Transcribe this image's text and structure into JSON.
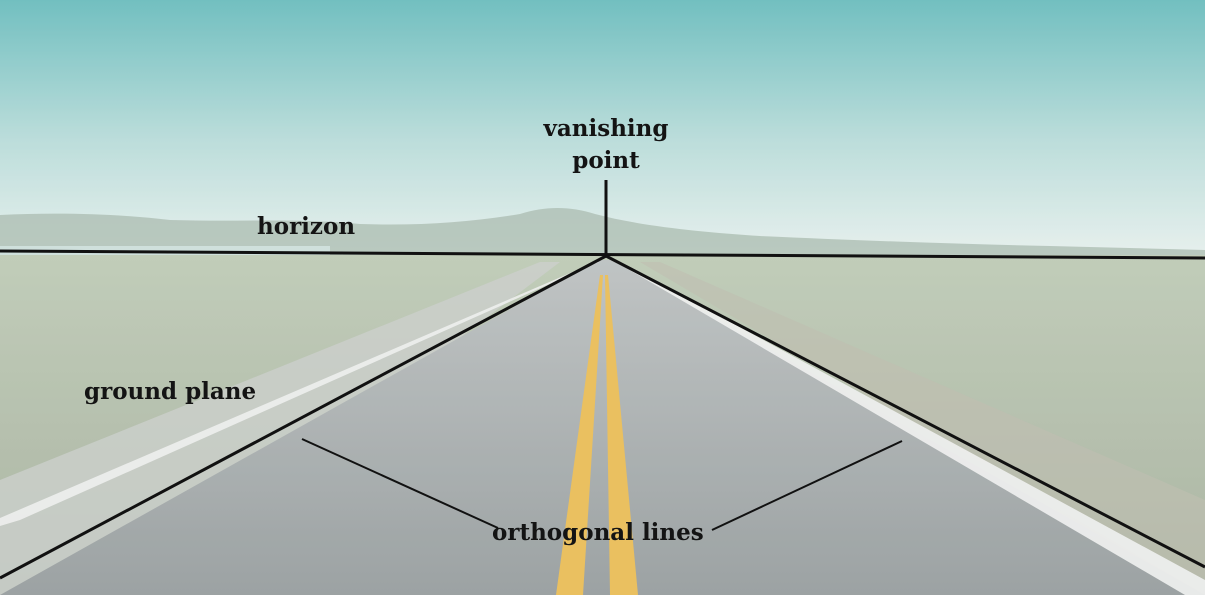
{
  "labels": {
    "vanishing_point_line1": "vanishing",
    "vanishing_point_line2": "point",
    "horizon": "horizon",
    "ground_plane": "ground plane",
    "orthogonal_lines": "orthogonal lines"
  },
  "colors": {
    "sky_top": "#5fb7b8",
    "sky_bottom": "#e4eeeb",
    "road": "#9da3a4",
    "grass": "#a9b79f",
    "center_line": "#e7b84a",
    "annotation_line": "#111111"
  }
}
